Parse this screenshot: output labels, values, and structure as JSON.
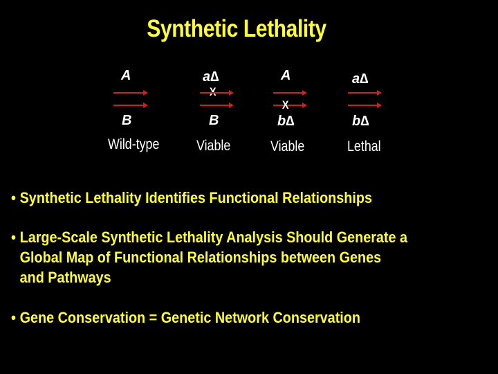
{
  "title": "Synthetic Lethality",
  "diagram": {
    "columns": [
      {
        "top_label": "A",
        "bottom_label": "B",
        "top_x": false,
        "bottom_x": false,
        "caption": "Wild-type"
      },
      {
        "top_label": "a∆",
        "bottom_label": "B",
        "top_x": true,
        "bottom_x": false,
        "caption": "Viable"
      },
      {
        "top_label": "A",
        "bottom_label": "b∆",
        "top_x": false,
        "bottom_x": true,
        "caption": "Viable"
      },
      {
        "top_label": "a∆",
        "bottom_label": "b∆",
        "top_x": false,
        "bottom_x": false,
        "caption": "Lethal"
      }
    ],
    "x_mark": "X",
    "arrow_color": "#e01818"
  },
  "bullets": [
    {
      "marker": "•",
      "lines": [
        "Synthetic Lethality Identifies Functional Relationships"
      ]
    },
    {
      "marker": "•",
      "lines": [
        "Large-Scale Synthetic Lethality Analysis Should Generate a",
        "Global Map of Functional Relationships between Genes",
        "and Pathways"
      ]
    },
    {
      "marker": "•",
      "lines": [
        "Gene Conservation = Genetic Network Conservation"
      ]
    }
  ],
  "colors": {
    "background": "#000000",
    "title": "#ffff33",
    "bullet_text": "#ffff33",
    "diagram_text": "#ffffff"
  }
}
